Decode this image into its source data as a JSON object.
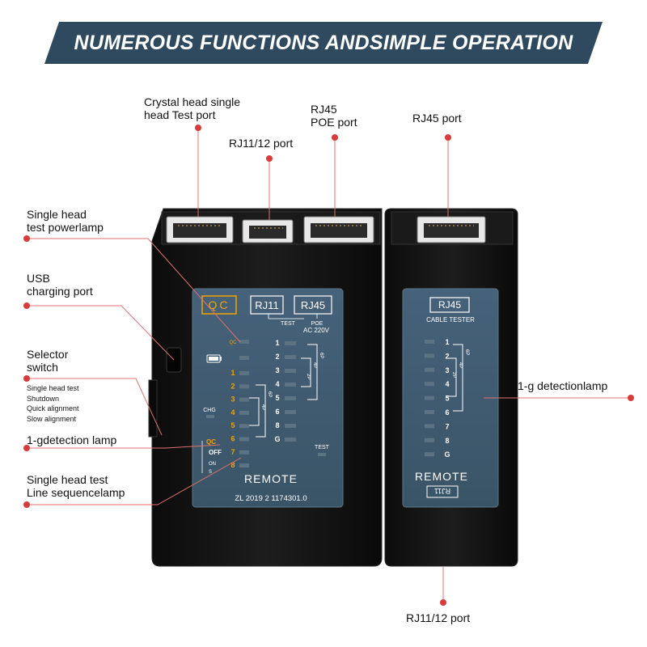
{
  "banner": {
    "title": "NUMEROUS FUNCTIONS ANDSIMPLE OPERATION"
  },
  "callouts": {
    "crystal_head": [
      "Crystal head single",
      "head Test port"
    ],
    "rj45_poe": [
      "RJ45",
      "POE port"
    ],
    "rj11_top": [
      "RJ11/12 port"
    ],
    "rj45_port": [
      "RJ45 port"
    ],
    "single_head_power": [
      "Single head",
      "test powerlamp"
    ],
    "usb_charging": [
      "USB",
      "charging port"
    ],
    "selector": [
      "Selector",
      "switch"
    ],
    "selector_options": [
      "Single head test",
      "Shutdown",
      "Quick alignment",
      "Slow alignment"
    ],
    "detection_left": [
      "1-gdetection lamp"
    ],
    "line_sequence": [
      "Single head test",
      "Line sequencelamp"
    ],
    "detection_right": [
      "1-g detectionlamp"
    ],
    "rj11_bottom": [
      "RJ11/12 port"
    ]
  },
  "main_unit": {
    "qc_label": "QC",
    "rj11_label": "RJ11",
    "rj45_label": "RJ45",
    "test_label": "TEST",
    "poe_label": "POE",
    "ac_label": "AC 220V",
    "qc_small": "QC",
    "chg_label": "CHG",
    "left_numbers": [
      "1",
      "2",
      "3",
      "4",
      "5",
      "6",
      "7",
      "8"
    ],
    "right_numbers": [
      "1",
      "2",
      "3",
      "4",
      "5",
      "6",
      "8",
      "G"
    ],
    "switch_labels": [
      "QC",
      "OFF",
      "ON",
      "S"
    ],
    "test_led_label": "TEST",
    "bracket_labels": [
      "6P",
      "4P",
      "2P"
    ],
    "remote_label": "REMOTE",
    "patent": "ZL 2019 2 1174301.0"
  },
  "remote_unit": {
    "rj45_label": "RJ45",
    "subtitle": "CABLE TESTER",
    "numbers": [
      "1",
      "2",
      "3",
      "4",
      "5",
      "6",
      "7",
      "8",
      "G"
    ],
    "bracket_labels": [
      "6P",
      "4P",
      "2P"
    ],
    "remote_label": "REMOTE",
    "rj11_mirrored": "RJ11"
  },
  "colors": {
    "banner": "#2f4a5e",
    "panel": "#3f5a6e",
    "body": "#141414",
    "leader_line": "#e06060",
    "dot": "#d93a3a",
    "orange_label": "#f0a400"
  }
}
